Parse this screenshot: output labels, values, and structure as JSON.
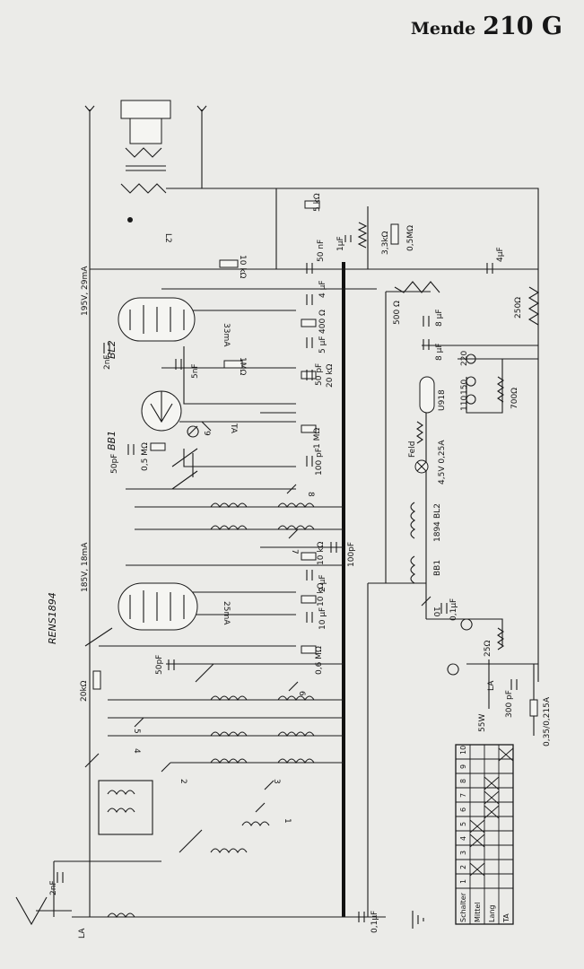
{
  "title": {
    "brand": "Mende",
    "model": "210 G"
  },
  "tubes": {
    "output": "BL2",
    "output_current": "33mA",
    "output_supply": "195V, 29mA",
    "rectifier": "BB1",
    "input": "RENS1894",
    "input_current": "25mA",
    "input_supply": "185V, 18mA"
  },
  "labels": {
    "r_5k": "5 kΩ",
    "c_1u": "1µF",
    "r_3k3": "3,3kΩ",
    "r_05M_top": "0,5MΩ",
    "r_10k": "10 kΩ",
    "c_50n": "50 nF",
    "c_4u_top": "4µF",
    "r_250": "250Ω",
    "c_4u_left": "4 µF",
    "r_400": "400 Ω",
    "c_5u": "5 µF",
    "r_500": "500 Ω",
    "c_8u_a": "8 µF",
    "c_8u_b": "8 µF",
    "r_1M_a": "1MΩ",
    "c_50p_a": "50 pF",
    "r_20k": "20 kΩ",
    "c_2n_a": "2nF",
    "c_5n": "5nF",
    "v220": "220",
    "v150": "150",
    "v110": "110",
    "r_700": "700Ω",
    "u918": "U918",
    "r_1M_b": "1 MΩ",
    "c_100p_a": "100 pF",
    "ta": "TA",
    "s9": "9",
    "c_50p_b": "50pF",
    "r_05M_b": "0,5 MΩ",
    "feld": "Feld",
    "lamp": "4,5V 0,25A",
    "s8": "8",
    "bl2_fil": "BL2",
    "n1894": "1894",
    "s7": "7",
    "c_100p_b": "100pF",
    "r_10k_b": "10 kΩ",
    "c_2u": "2 µF",
    "bb1_fil": "BB1",
    "s10": "10",
    "c_01u_a": "0,1µF",
    "r_10k_c": "10 kΩ",
    "c_10u": "10 µF",
    "r_25": "25Ω",
    "c_50p_c": "50pF",
    "r_06M": "0,6 MΩ",
    "r_20k_b": "20kΩ",
    "s6": "6",
    "la_a": "LA",
    "c_300p": "300 pF",
    "fuse": "0,35/0,215A",
    "w55": "55W",
    "s4": "4",
    "s5": "5",
    "s2": "2",
    "s3": "3",
    "s1": "1",
    "c_2n_b": "2nF",
    "la_b": "LA",
    "c_01u_b": "0,1µF",
    "l2": "L2"
  },
  "switch_table": {
    "header": "Schalter",
    "positions": [
      "1",
      "2",
      "3",
      "4",
      "5",
      "6",
      "7",
      "8",
      "9",
      "10"
    ],
    "rows": [
      "Mittel",
      "Lang",
      "TA"
    ]
  }
}
